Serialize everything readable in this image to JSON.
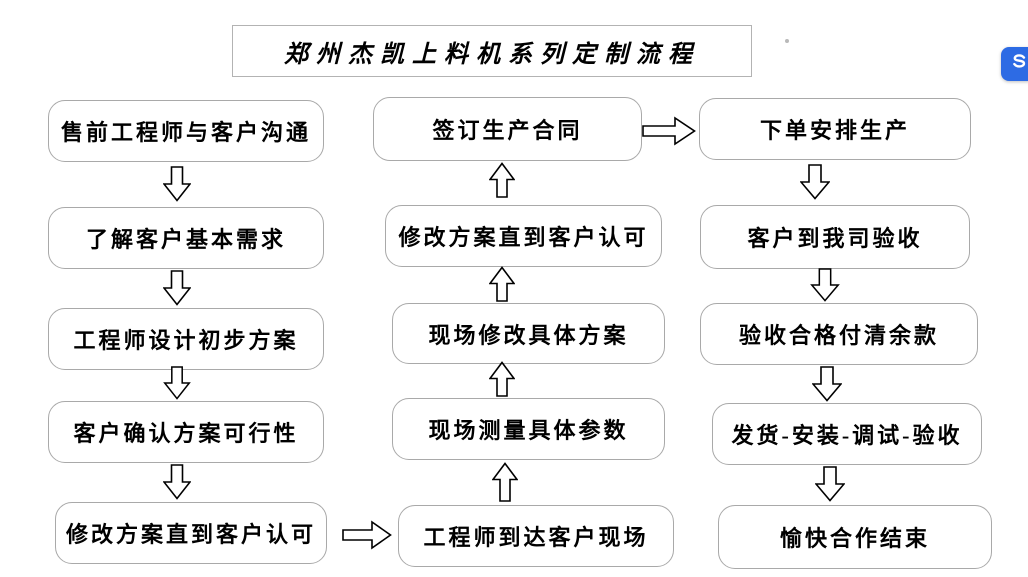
{
  "title": "郑州杰凯上料机系列定制流程",
  "columns": [
    {
      "name": "left",
      "flow_direction": "top-to-bottom",
      "boxes": [
        "售前工程师与客户沟通",
        "了解客户基本需求",
        "工程师设计初步方案",
        "客户确认方案可行性",
        "修改方案直到客户认可"
      ]
    },
    {
      "name": "middle",
      "flow_direction": "bottom-to-top",
      "boxes": [
        "签订生产合同",
        "修改方案直到客户认可",
        "现场修改具体方案",
        "现场测量具体参数",
        "工程师到达客户现场"
      ]
    },
    {
      "name": "right",
      "flow_direction": "top-to-bottom",
      "boxes": [
        "下单安排生产",
        "客户到我司验收",
        "验收合格付清余款",
        "发货-安装-调试-验收",
        "愉快合作结束"
      ]
    }
  ],
  "icons": {
    "badge": "s-logo-badge"
  },
  "colors": {
    "box_border": "#a9a9a9",
    "arrow_stroke": "#000000",
    "badge_blue": "#2d6be4"
  }
}
